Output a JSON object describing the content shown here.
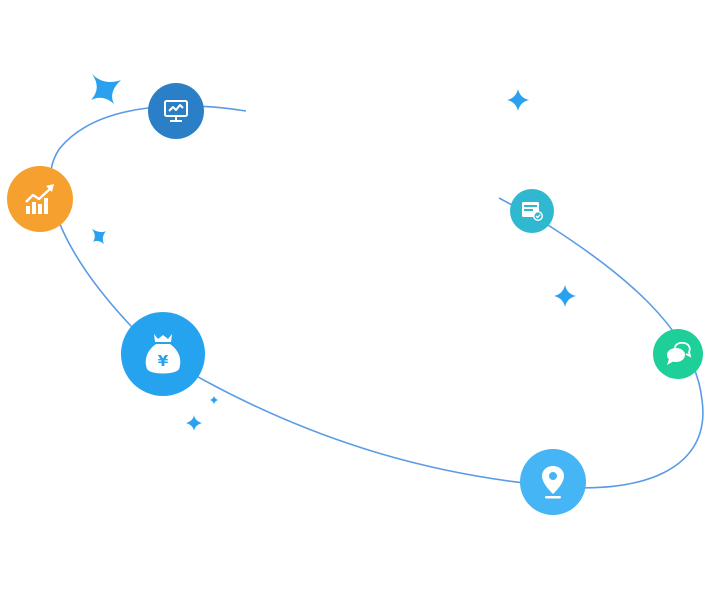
{
  "colors": {
    "orbit_line": "#5b9be6",
    "sparkle": "#2aa1ee",
    "monitor_node": "#2a7fc6",
    "growth_node": "#f6a030",
    "money_node": "#25a3ee",
    "document_node": "#2fb8cf",
    "chat_node": "#1fcf9a",
    "location_node": "#45b5f5",
    "icon_foreground": "#ffffff"
  },
  "nodes": [
    {
      "name": "monitor-node",
      "icon": "monitor-chart-icon"
    },
    {
      "name": "growth-node",
      "icon": "growth-bars-arrow-icon"
    },
    {
      "name": "money-node",
      "icon": "money-bag-yen-icon"
    },
    {
      "name": "document-node",
      "icon": "document-check-icon"
    },
    {
      "name": "chat-node",
      "icon": "chat-bubbles-icon"
    },
    {
      "name": "location-node",
      "icon": "location-pin-icon"
    }
  ],
  "money_symbol": "¥"
}
